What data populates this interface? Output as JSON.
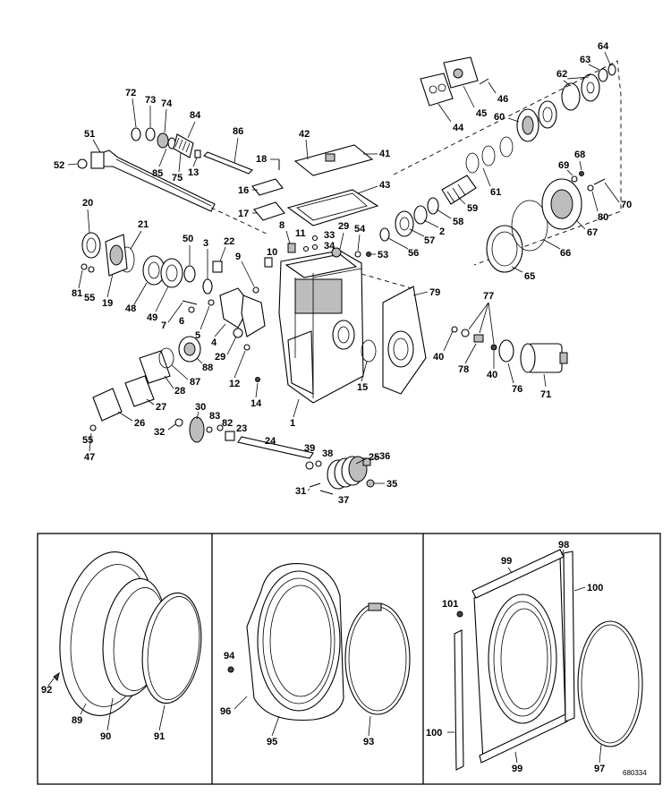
{
  "figure_ref": "680334",
  "labels": {
    "l1": "1",
    "l2": "2",
    "l3": "3",
    "l4": "4",
    "l5": "5",
    "l6": "6",
    "l7": "7",
    "l8": "8",
    "l9": "9",
    "l10": "10",
    "l11": "11",
    "l12": "12",
    "l13": "13",
    "l14": "14",
    "l15": "15",
    "l16": "16",
    "l17": "17",
    "l18": "18",
    "l19": "19",
    "l20": "20",
    "l21": "21",
    "l22": "22",
    "l23": "23",
    "l24": "24",
    "l25": "25",
    "l26": "26",
    "l27": "27",
    "l28": "28",
    "l29a": "29",
    "l29b": "29",
    "l30": "30",
    "l31": "31",
    "l32": "32",
    "l33": "33",
    "l34": "34",
    "l35": "35",
    "l36": "36",
    "l37": "37",
    "l38": "38",
    "l39": "39",
    "l40a": "40",
    "l40b": "40",
    "l41": "41",
    "l42": "42",
    "l43": "43",
    "l44": "44",
    "l45": "45",
    "l46": "46",
    "l47": "47",
    "l48": "48",
    "l49": "49",
    "l50": "50",
    "l51": "51",
    "l52": "52",
    "l53": "53",
    "l54": "54",
    "l55a": "55",
    "l55b": "55",
    "l56": "56",
    "l57": "57",
    "l58": "58",
    "l59": "59",
    "l60": "60",
    "l61": "61",
    "l62": "62",
    "l63": "63",
    "l64": "64",
    "l65": "65",
    "l66": "66",
    "l67": "67",
    "l68": "68",
    "l69": "69",
    "l70": "70",
    "l71": "71",
    "l76": "76",
    "l77": "77",
    "l78": "78",
    "l79": "79",
    "l80": "80",
    "l81": "81",
    "l82": "82",
    "l83": "83",
    "l84": "84",
    "l85": "85",
    "l86": "86",
    "l87": "87",
    "l88": "88",
    "l89": "89",
    "l90": "90",
    "l91": "91",
    "l92": "92",
    "l93": "93",
    "l94": "94",
    "l95": "95",
    "l96": "96",
    "l97": "97",
    "l98": "98",
    "l99a": "99",
    "l99b": "99",
    "l100a": "100",
    "l100b": "100",
    "l101": "101",
    "l72": "72",
    "l73": "73",
    "l74": "74",
    "l75": "75"
  }
}
